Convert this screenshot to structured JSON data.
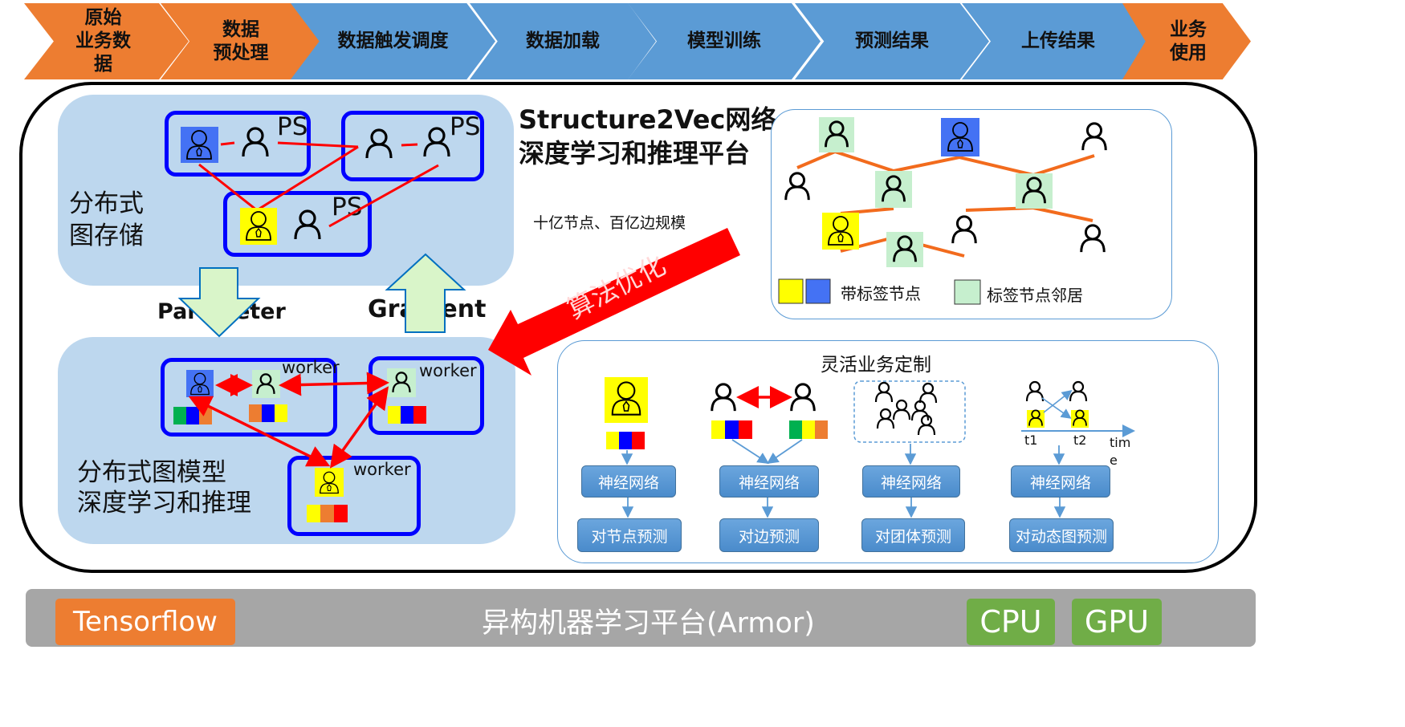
{
  "pipeline": {
    "steps": [
      {
        "label": "原始\n业务数\n据",
        "color": "orange"
      },
      {
        "label": "数据\n预处理",
        "color": "orange"
      },
      {
        "label": "数据触发调度",
        "color": "blue"
      },
      {
        "label": "数据加载",
        "color": "blue"
      },
      {
        "label": "模型训练",
        "color": "blue"
      },
      {
        "label": "预测结果",
        "color": "blue"
      },
      {
        "label": "上传结果",
        "color": "blue"
      },
      {
        "label": "业务\n使用",
        "color": "orange"
      }
    ]
  },
  "platform": {
    "title_line1": "Structure2Vec网络",
    "title_line2": "深度学习和推理平台",
    "scale_note": "十亿节点、百亿边规模",
    "algo_opt": "算法优化"
  },
  "storage": {
    "title_line1": "分布式",
    "title_line2": "图存储",
    "ps_label": "PS"
  },
  "flow": {
    "parameter": "Parameter",
    "gradient": "Gradient"
  },
  "training": {
    "title_line1": "分布式图模型",
    "title_line2": "深度学习和推理",
    "worker_label": "worker"
  },
  "graph_legend": {
    "labeled": "带标签节点",
    "neighbor": "标签节点邻居"
  },
  "custom": {
    "title": "灵活业务定制",
    "nn_label": "神经网络",
    "tasks": [
      "对节点预测",
      "对边预测",
      "对团体预测",
      "对动态图预测"
    ],
    "t1": "t1",
    "t2": "t2",
    "time": "tim\ne"
  },
  "footer": {
    "tensorflow": "Tensorflow",
    "armor": "异构机器学习平台(Armor)",
    "cpu": "CPU",
    "gpu": "GPU"
  },
  "colors": {
    "orange": "#ED7D31",
    "blue": "#5B9BD5",
    "light_blue": "#BDD7EE",
    "edge_orange": "#F26B1D",
    "strong_blue": "#0000FF",
    "green": "#70AD47",
    "grey": "#A6A6A6"
  },
  "icons": [
    "person-icon",
    "labeled-person-icon",
    "blue-person-icon",
    "green-person-icon"
  ]
}
